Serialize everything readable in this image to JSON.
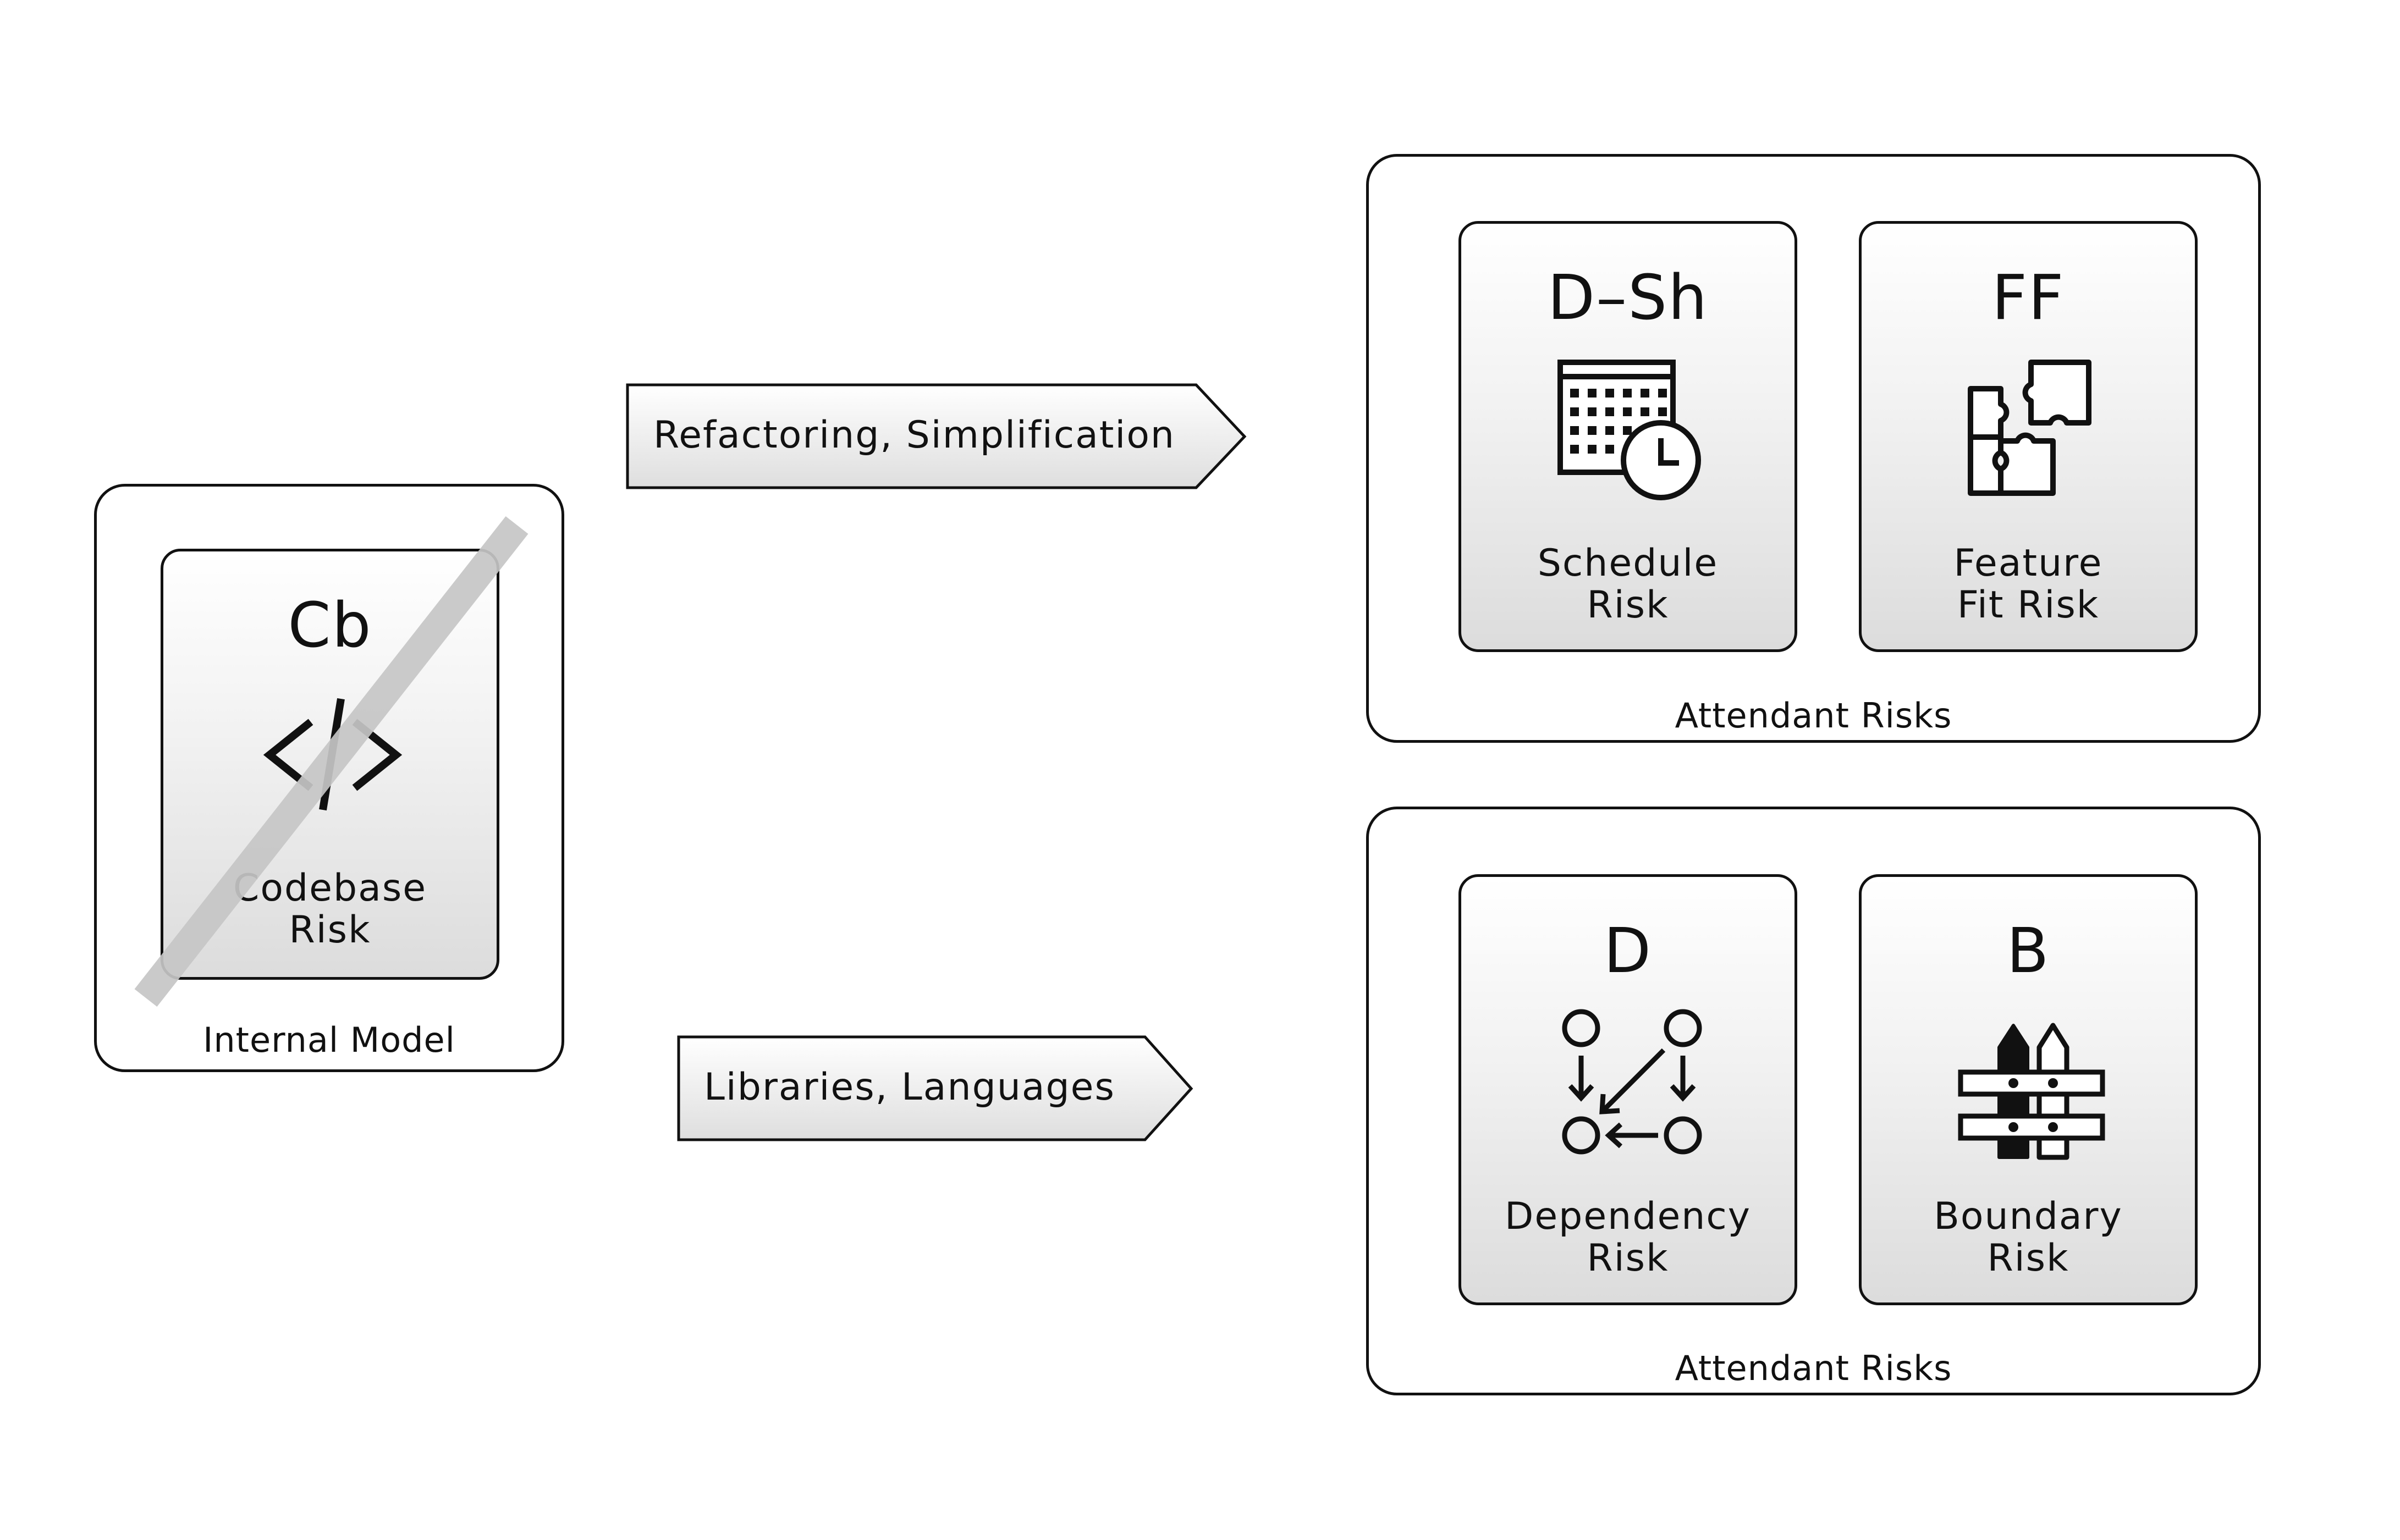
{
  "internal_model": {
    "label": "Internal Model",
    "card": {
      "code": "Cb",
      "name_line1": "Codebase",
      "name_line2": "Risk",
      "icon": "code-brackets-icon",
      "struck_through": true
    }
  },
  "actions": [
    {
      "label": "Refactoring, Simplification"
    },
    {
      "label": "Libraries, Languages"
    }
  ],
  "attendant_groups": [
    {
      "label": "Attendant Risks",
      "cards": [
        {
          "code": "D–Sh",
          "name_line1": "Schedule",
          "name_line2": "Risk",
          "icon": "calendar-clock-icon"
        },
        {
          "code": "FF",
          "name_line1": "Feature",
          "name_line2": "Fit Risk",
          "icon": "puzzle-icon"
        }
      ]
    },
    {
      "label": "Attendant Risks",
      "cards": [
        {
          "code": "D",
          "name_line1": "Dependency",
          "name_line2": "Risk",
          "icon": "dependency-graph-icon"
        },
        {
          "code": "B",
          "name_line1": "Boundary",
          "name_line2": "Risk",
          "icon": "fence-icon"
        }
      ]
    }
  ]
}
